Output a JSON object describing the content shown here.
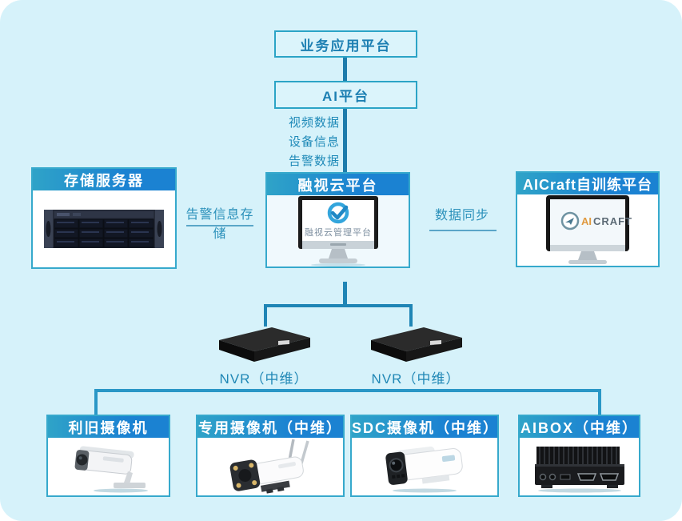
{
  "colors": {
    "background": "#d6f2fa",
    "header_gradient_start": "#2fa3c8",
    "header_gradient_end": "#1b82d2",
    "box_border": "#36a9cc",
    "outline_box_border": "#2ba4c6",
    "connector": "#1f85b5",
    "label_text": "#2a90ba"
  },
  "top": {
    "business_platform_label": "业务应用平台",
    "ai_platform_label": "AI平台",
    "flow_labels": [
      "视频数据",
      "设备信息",
      "告警数据"
    ]
  },
  "middle": {
    "storage_title": "存储服务器",
    "storage_link_label": "告警信息存储",
    "cloud_title": "融视云平台",
    "cloud_screen_text": "融视云管理平台",
    "sync_link_label": "数据同步",
    "aicraft_title": "AICraft自训练平台",
    "aicraft_logo_ai": "AI",
    "aicraft_logo_craft": "CRAFT"
  },
  "nvr": {
    "left_label": "NVR（中维）",
    "right_label": "NVR（中维）"
  },
  "bottom": {
    "camera_legacy_title": "利旧摄像机",
    "camera_dedicated_title": "专用摄像机（中维）",
    "camera_sdc_title": "SDC摄像机（中维）",
    "aibox_title": "AIBOX（中维）"
  }
}
